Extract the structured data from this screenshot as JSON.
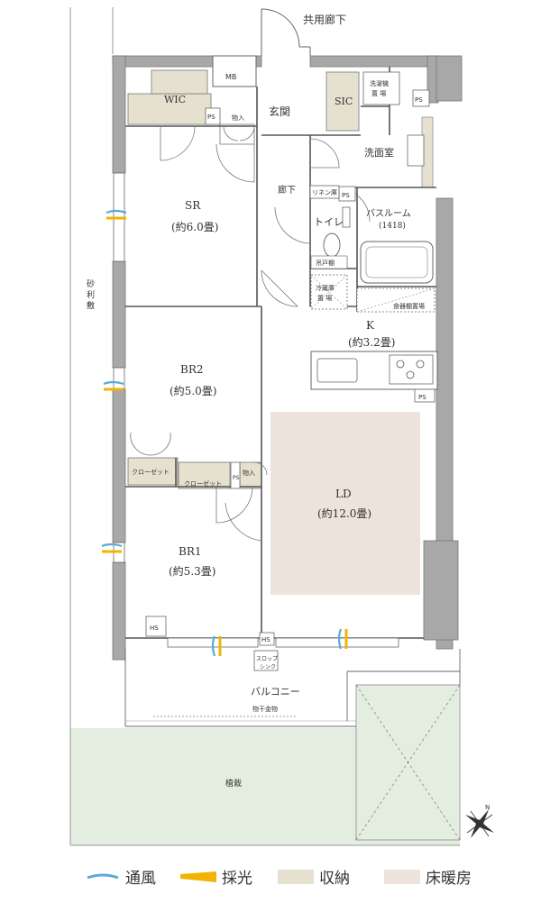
{
  "corridor": "共用廊下",
  "rooms": {
    "mb": "MB",
    "wic": "WIC",
    "ps": "PS",
    "storage": "物入",
    "entrance": "玄関",
    "sic": "SIC",
    "washer": [
      "洗濯機",
      "置 場"
    ],
    "washroom": "洗面室",
    "sr_name": "SR",
    "sr_size": "(約6.0畳)",
    "hallway": "廊下",
    "linen": "リネン庫",
    "toilet": "トイレ",
    "hanging_shelf": "吊戸棚",
    "bath_name": "バスルーム",
    "bath_size": "(1418)",
    "fridge": [
      "冷蔵庫",
      "置 場"
    ],
    "dish_shelf": "食器棚置場",
    "k_name": "K",
    "k_size": "(約3.2畳)",
    "br2_name": "BR2",
    "br2_size": "(約5.0畳)",
    "closet": "クローゼット",
    "ld_name": "LD",
    "ld_size": "(約12.0畳)",
    "br1_name": "BR1",
    "br1_size": "(約5.3畳)",
    "hs": "HS",
    "slop_sink": [
      "スロップ",
      "シンク"
    ],
    "balcony": "バルコニー",
    "laundry_hardware": "物干金物",
    "gravel": [
      "砂",
      "利",
      "敷"
    ],
    "planting": "植栽",
    "compass_n": "N"
  },
  "legend": {
    "ventilation": "通風",
    "daylight": "採光",
    "storage": "収納",
    "floor_heating": "床暖房"
  },
  "colors": {
    "wall": "#a8a8a8",
    "storage_fill": "#e6e1cf",
    "floor_heating_fill": "#eee3dc",
    "planting_fill": "#e3eee0",
    "ventilation": "#5aa9d6",
    "daylight": "#f2b400"
  }
}
